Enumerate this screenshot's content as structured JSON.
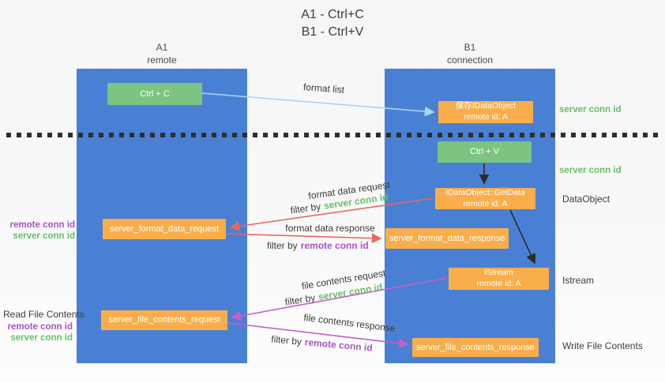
{
  "title": {
    "line1": "A1 - Ctrl+C",
    "line2": "B1 - Ctrl+V"
  },
  "lanes": {
    "left": {
      "name": "A1",
      "role": "remote"
    },
    "right": {
      "name": "B1",
      "role": "connection"
    }
  },
  "nodes": {
    "ctrl_c": {
      "label": "Ctrl + C"
    },
    "ctrl_v": {
      "label": "Ctrl + V"
    },
    "save_idataobject": {
      "line1": "保存IDataObject",
      "line2": "remote id: A"
    },
    "idataobject_getdata": {
      "line1": "IDataObject::GetData",
      "line2": "remote id: A"
    },
    "istream": {
      "line1": "IStream",
      "line2": "remote id: A"
    },
    "server_format_data_request": {
      "label": "server_format_data_request"
    },
    "server_format_data_response": {
      "label": "server_format_data_response"
    },
    "server_file_contents_request": {
      "label": "server_file_contents_request"
    },
    "server_file_contents_response": {
      "label": "server_file_contents_response"
    }
  },
  "edge_labels": {
    "format_list": "format list",
    "format_data_request": "format data request",
    "format_data_response": "format data response",
    "file_contents_request": "file contents request",
    "file_contents_response": "file contents response",
    "filter_by": "filter by",
    "server_conn_id": "server conn id",
    "remote_conn_id": "remote conn id"
  },
  "annotations": {
    "right_server_conn_id_top": "server conn id",
    "right_server_conn_id_mid": "server conn id",
    "right_dataobject": "DataObject",
    "right_istream": "Istream",
    "right_write_file_contents": "Write File Contents",
    "left_remote_conn_id_top": "remote conn id",
    "left_server_conn_id_top": "server conn id",
    "left_read_file_contents": "Read File Contents",
    "left_remote_conn_id_bottom": "remote conn id",
    "left_server_conn_id_bottom": "server conn id"
  },
  "colors": {
    "lane_blue": "#4a80d4",
    "node_green": "#7cc480",
    "node_orange": "#f9ae4b",
    "text_green": "#67bf6b",
    "text_purple": "#a754c5",
    "arrow_red": "#e8685f",
    "arrow_purple": "#c45fc8",
    "arrow_light_blue": "#aad4f0",
    "arrow_black": "#2b2b2b",
    "dark_text": "#3c3c3c"
  }
}
